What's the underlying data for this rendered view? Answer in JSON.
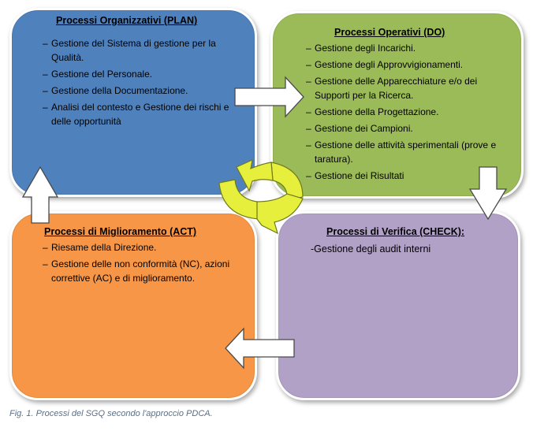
{
  "plan": {
    "title": "Processi Organizzativi (PLAN)",
    "items": [
      "Gestione del Sistema di gestione per la Qualità.",
      "Gestione del Personale.",
      "Gestione della Documentazione.",
      "Analisi del contesto e Gestione dei rischi e delle opportunità"
    ],
    "color": "#4f81bd"
  },
  "do": {
    "title": "Processi Operativi (DO)",
    "items": [
      "Gestione degli Incarichi.",
      "Gestione degli Approvvigionamenti.",
      "Gestione delle Apparecchiature e/o dei Supporti per la Ricerca.",
      "Gestione della Progettazione.",
      "Gestione dei Campioni.",
      "Gestione delle attività sperimentali (prove e taratura).",
      "Gestione dei Risultati"
    ],
    "color": "#9bbb59"
  },
  "act": {
    "title": "Processi di Miglioramento (ACT)",
    "items": [
      "Riesame della Direzione.",
      "Gestione delle non conformità (NC), azioni correttive (AC) e di miglioramento."
    ],
    "color": "#f79646"
  },
  "check": {
    "title": "Processi di Verifica (CHECK):",
    "items": [
      "-Gestione degli audit interni"
    ],
    "color": "#b2a1c7"
  },
  "cycle_color": "#e6ef3c",
  "caption": "Fig. 1. Processi del SGQ secondo l'approccio PDCA."
}
